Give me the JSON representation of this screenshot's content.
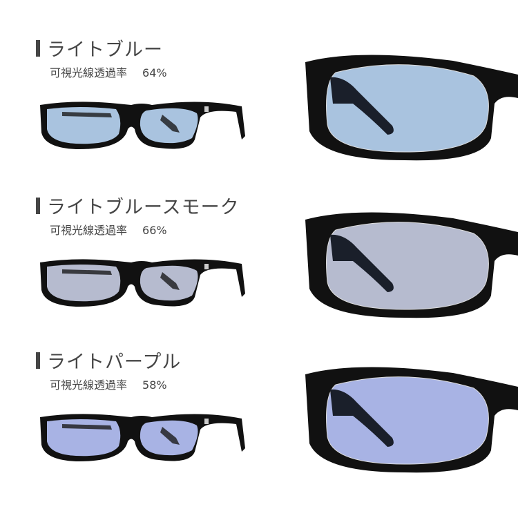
{
  "label": "可視光線透過率",
  "colors": [
    {
      "name": "ライトブルー",
      "transmittance": "64%",
      "lens_color": "#a9c3df"
    },
    {
      "name": "ライトブルースモーク",
      "transmittance": "66%",
      "lens_color": "#b6bbcf"
    },
    {
      "name": "ライトパープル",
      "transmittance": "58%",
      "lens_color": "#a8b3e4"
    }
  ]
}
